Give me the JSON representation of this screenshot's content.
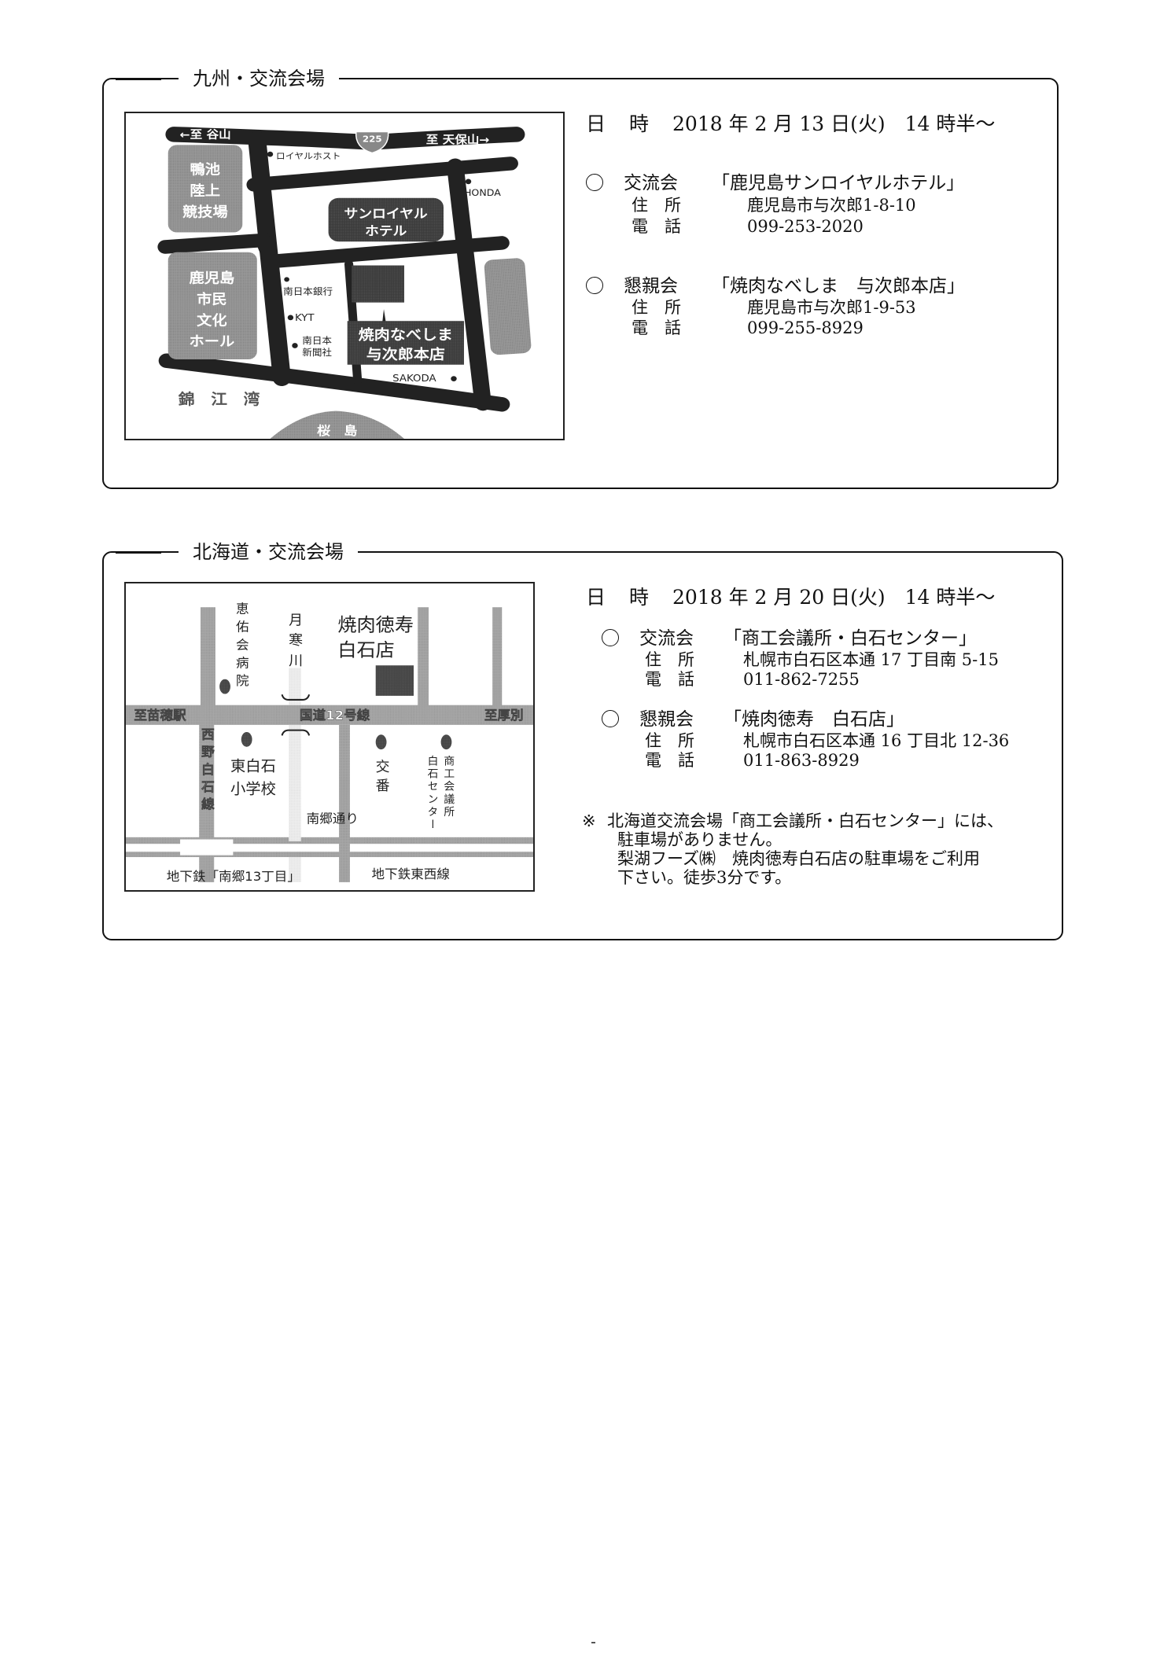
{
  "kyushu": {
    "title": "九州・交流会場",
    "date_label_1": "日",
    "date_label_2": "時",
    "date_value": "2018 年 2 月 13 日(火)　14 時半～",
    "events": [
      {
        "type": "交流会",
        "venue": "「鹿児島サンロイヤルホテル」",
        "address_label": "住　所",
        "address": "鹿児島市与次郎1-8-10",
        "phone_label": "電　話",
        "phone": "099-253-2020"
      },
      {
        "type": "懇親会",
        "venue": "「焼肉なべしま　与次郎本店」",
        "address_label": "住　所",
        "address": "鹿児島市与次郎1-9-53",
        "phone_label": "電　話",
        "phone": "099-255-8929"
      }
    ],
    "map": {
      "to_left": "←至 谷山",
      "to_right": "至 天保山→",
      "route": "225",
      "stadium": [
        "鴨池",
        "陸上",
        "競技場"
      ],
      "hall": [
        "鹿児島",
        "市民",
        "文化",
        "ホール"
      ],
      "hotel": [
        "サンロイヤル",
        "ホテル"
      ],
      "restaurant": [
        "焼肉なべしま",
        "与次郎本店"
      ],
      "royal_host": "ロイヤルホスト",
      "honda": "HONDA",
      "bank": "南日本銀行",
      "kyt": "KYT",
      "newspaper": [
        "南日本",
        "新聞社"
      ],
      "sakoda": "SAKODA",
      "bay": "錦　江　湾",
      "sakurajima": "桜　島"
    }
  },
  "hokkaido": {
    "title": "北海道・交流会場",
    "date_label_1": "日",
    "date_label_2": "時",
    "date_value": "2018 年 2 月 20 日(火)　14 時半～",
    "events": [
      {
        "type": "交流会",
        "venue": "「商工会議所・白石センター」",
        "address_label": "住　所",
        "address": "札幌市白石区本通 17 丁目南 5-15",
        "phone_label": "電　話",
        "phone": "011-862-7255"
      },
      {
        "type": "懇親会",
        "venue": "「焼肉徳寿　白石店」",
        "address_label": "住　所",
        "address": "札幌市白石区本通 16 丁目北 12-36",
        "phone_label": "電　話",
        "phone": "011-863-8929"
      }
    ],
    "note": {
      "mark": "※",
      "lines": [
        "北海道交流会場「商工会議所・白石センター」には、",
        "駐車場がありません。",
        "梨湖フーズ㈱　焼肉徳寿白石店の駐車場をご利用",
        "下さい。徒歩3分です。"
      ]
    },
    "map": {
      "hospital": "恵佑会病院",
      "river": "月寒川",
      "restaurant": [
        "焼肉徳寿",
        "白石店"
      ],
      "to_left": "至苗穂駅",
      "route": "国道12号線",
      "to_right": "至厚別",
      "road_vertical": "西野白石線",
      "school": [
        "東白石",
        "小学校"
      ],
      "police": "交番",
      "center_1": "商工会議所",
      "center_2": "白石センター",
      "street": "南郷通り",
      "station": "地下鉄「南郷13丁目」",
      "subway": "地下鉄東西線"
    }
  }
}
